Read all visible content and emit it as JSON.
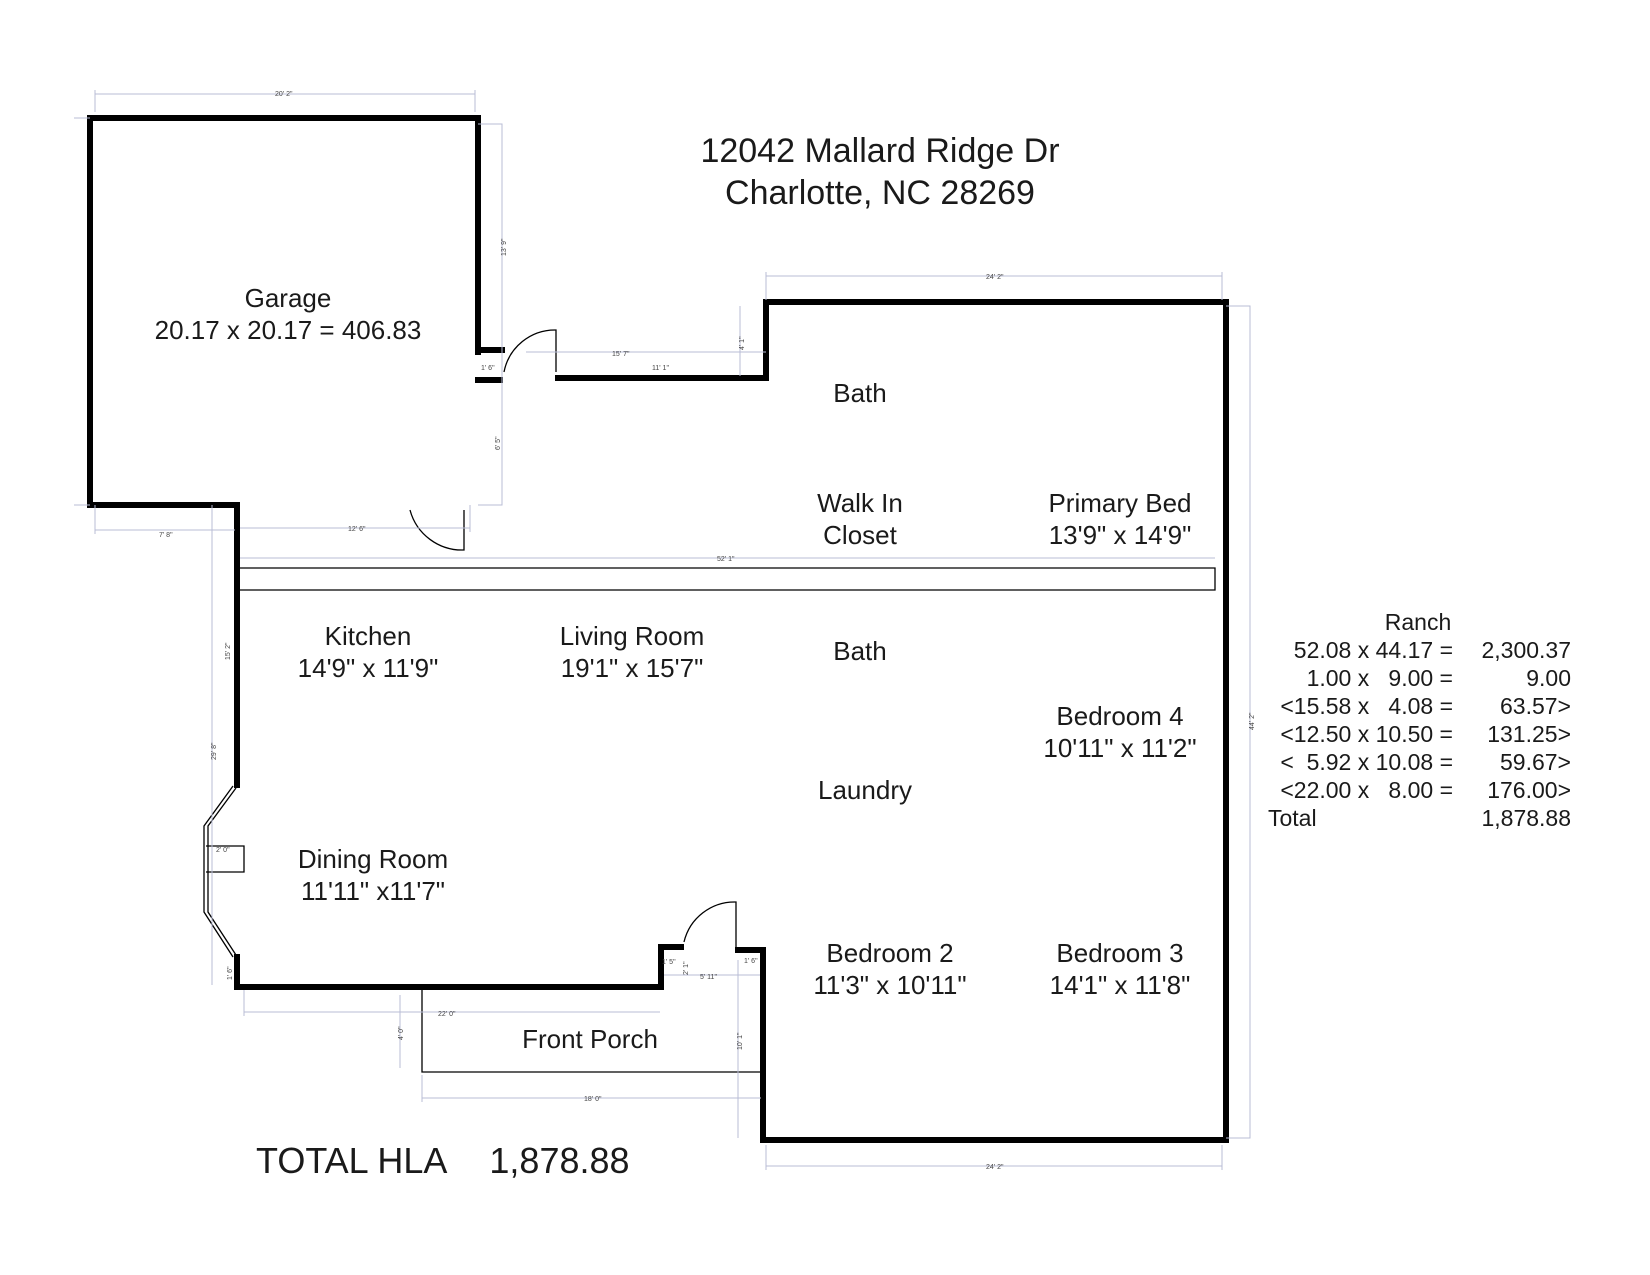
{
  "address": {
    "line1": "12042 Mallard Ridge Dr",
    "line2": "Charlotte, NC 28269"
  },
  "rooms": [
    {
      "name": "Garage",
      "size": "20.17 x 20.17 = 406.83"
    },
    {
      "name": "Bath",
      "size": ""
    },
    {
      "name": "Walk In",
      "size": "Closet"
    },
    {
      "name": "Primary Bed",
      "size": "13'9\" x 14'9\""
    },
    {
      "name": "Kitchen",
      "size": "14'9\" x 11'9\""
    },
    {
      "name": "Living Room",
      "size": "19'1\" x 15'7\""
    },
    {
      "name": "Bath",
      "size": ""
    },
    {
      "name": "Bedroom 4",
      "size": "10'11\" x 11'2\""
    },
    {
      "name": "Laundry",
      "size": ""
    },
    {
      "name": "Dining Room",
      "size": "11'11\" x11'7\""
    },
    {
      "name": "Bedroom 2",
      "size": "11'3\" x 10'11\""
    },
    {
      "name": "Bedroom 3",
      "size": "14'1\" x 11'8\""
    },
    {
      "name": "Front Porch",
      "size": ""
    }
  ],
  "dimensions": [
    "20' 2\"",
    "13' 9\"",
    "1' 6\"",
    "6' 5\"",
    "15' 7\"",
    "11' 1\"",
    "4' 1\"",
    "24' 2\"",
    "7' 8\"",
    "12' 6\"",
    "52' 1\"",
    "15' 2\"",
    "29' 8\"",
    "2' 0\"",
    "1' 6\"",
    "1' 5\"",
    "2' 1\"",
    "1' 6\"",
    "5' 11\"",
    "22' 0\"",
    "4' 0\"",
    "18' 0\"",
    "10' 1\"",
    "44' 2\"",
    "24' 2\""
  ],
  "area_table": {
    "title": "Ranch",
    "rows": [
      {
        "calc": "52.08 x 44.17 =",
        "value": "2,300.37"
      },
      {
        "calc": "1.00 x   9.00 =",
        "value": "9.00"
      },
      {
        "calc": "<15.58 x   4.08 =",
        "value": "63.57>"
      },
      {
        "calc": "<12.50 x 10.50 =",
        "value": "131.25>"
      },
      {
        "calc": "<  5.92 x 10.08 =",
        "value": "59.67>"
      },
      {
        "calc": "<22.00 x   8.00 =",
        "value": "176.00>"
      }
    ],
    "total_label": "Total",
    "total_value": "1,878.88"
  },
  "total_hla": {
    "label": "TOTAL HLA",
    "value": "1,878.88"
  }
}
